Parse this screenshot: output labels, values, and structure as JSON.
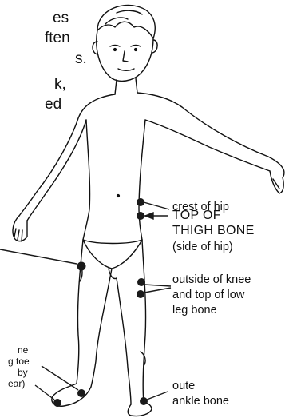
{
  "intro_fragments": [
    "es",
    "ften",
    "s.",
    "k,",
    "ed"
  ],
  "labels": {
    "crest_of_hip": "crest of hip",
    "top_of_thigh_bone_line1": "TOP OF",
    "top_of_thigh_bone_line2": "THIGH BONE",
    "side_of_hip": "(side of hip)",
    "outside_of_knee": "outside of knee",
    "top_of_lower_leg_bone": "and top of low",
    "leg_bone": "leg bone",
    "outer": "oute",
    "ankle_bone": "ankle bone",
    "left_frag_1": "ne",
    "left_frag_2": "g toe",
    "left_frag_3": "by",
    "left_frag_4": "ear)"
  },
  "colors": {
    "ink": "#111111",
    "marker": "#1a1a1a"
  }
}
